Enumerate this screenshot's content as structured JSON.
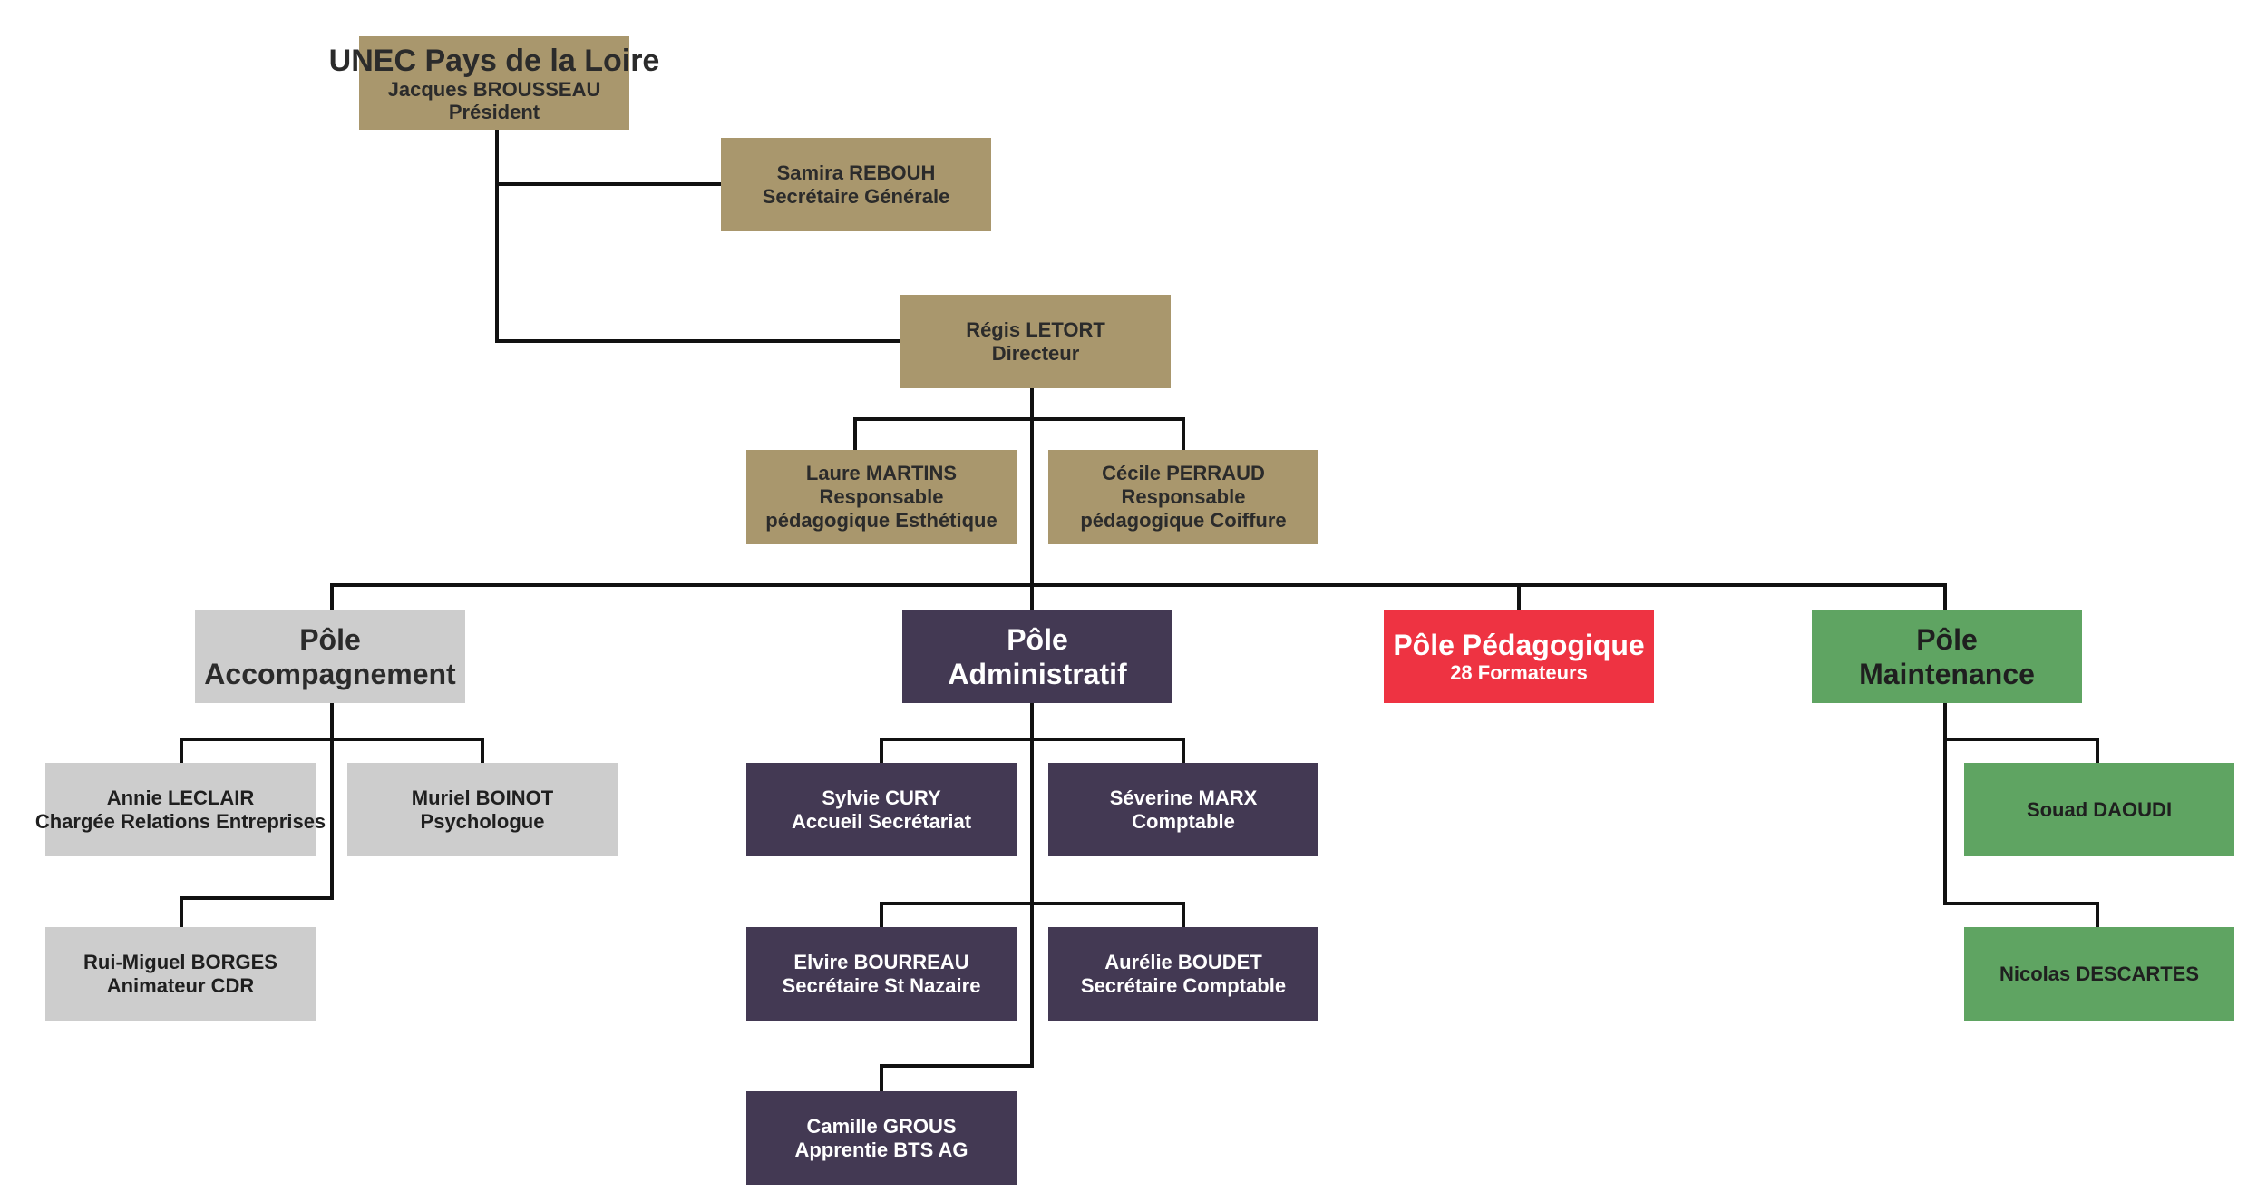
{
  "colors": {
    "gold": "#a9976d",
    "grey": "#cdcdcd",
    "purple": "#433953",
    "red": "#ee3342",
    "green": "#5fa462",
    "connector": "#111111"
  },
  "nodes": {
    "president": {
      "org": "UNEC Pays de la Loire",
      "name": "Jacques BROUSSEAU",
      "role": "Président"
    },
    "secretary_general": {
      "name": "Samira REBOUH",
      "role": "Secrétaire Générale"
    },
    "director": {
      "name": "Régis LETORT",
      "role": "Directeur"
    },
    "laure": {
      "name": "Laure MARTINS",
      "role1": "Responsable",
      "role2": "pédagogique Esthétique"
    },
    "cecile": {
      "name": "Cécile PERRAUD",
      "role1": "Responsable",
      "role2": "pédagogique Coiffure"
    },
    "pole_accompagnement": {
      "line1": "Pôle",
      "line2": "Accompagnement"
    },
    "pole_administratif": {
      "line1": "Pôle",
      "line2": "Administratif"
    },
    "pole_pedagogique": {
      "line1": "Pôle Pédagogique",
      "line2": "28 Formateurs"
    },
    "pole_maintenance": {
      "line1": "Pôle",
      "line2": "Maintenance"
    },
    "annie": {
      "name": "Annie LECLAIR",
      "role": "Chargée Relations Entreprises"
    },
    "muriel": {
      "name": "Muriel BOINOT",
      "role": "Psychologue"
    },
    "rui": {
      "name": "Rui-Miguel BORGES",
      "role": "Animateur CDR"
    },
    "sylvie": {
      "name": "Sylvie CURY",
      "role": "Accueil Secrétariat"
    },
    "severine": {
      "name": "Séverine MARX",
      "role": "Comptable"
    },
    "elvire": {
      "name": "Elvire BOURREAU",
      "role": "Secrétaire St Nazaire"
    },
    "aurelie": {
      "name": "Aurélie BOUDET",
      "role": "Secrétaire Comptable"
    },
    "camille": {
      "name": "Camille GROUS",
      "role": "Apprentie BTS AG"
    },
    "souad": {
      "name": "Souad DAOUDI"
    },
    "nicolas": {
      "name": "Nicolas DESCARTES"
    }
  }
}
